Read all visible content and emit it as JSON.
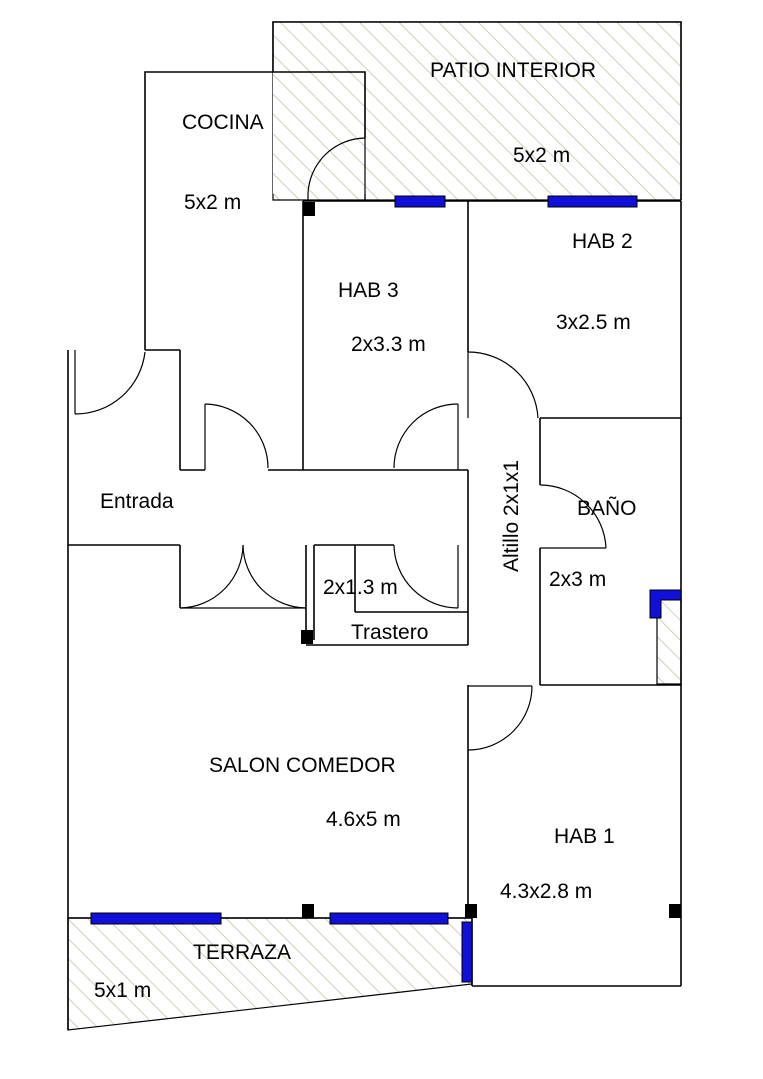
{
  "colors": {
    "window": "#1010d8",
    "hatch": "#c8c2a6",
    "wall": "#000000"
  },
  "rooms": {
    "patio": {
      "name": "PATIO INTERIOR",
      "size": "5x2 m"
    },
    "cocina": {
      "name": "COCINA",
      "size": "5x2 m"
    },
    "hab3": {
      "name": "HAB 3",
      "size": "2x3.3 m"
    },
    "hab2": {
      "name": "HAB 2",
      "size": "3x2.5 m"
    },
    "entrada": {
      "name": "Entrada"
    },
    "altillo": {
      "name": "Altillo 2x1x1"
    },
    "bano": {
      "name": "BAÑO",
      "size": "2x3 m"
    },
    "trastero": {
      "name": "Trastero",
      "size": "2x1.3 m"
    },
    "salon": {
      "name": "SALON COMEDOR",
      "size": "4.6x5 m"
    },
    "hab1": {
      "name": "HAB 1",
      "size": "4.3x2.8 m"
    },
    "terraza": {
      "name": "TERRAZA",
      "size": "5x1 m"
    }
  }
}
